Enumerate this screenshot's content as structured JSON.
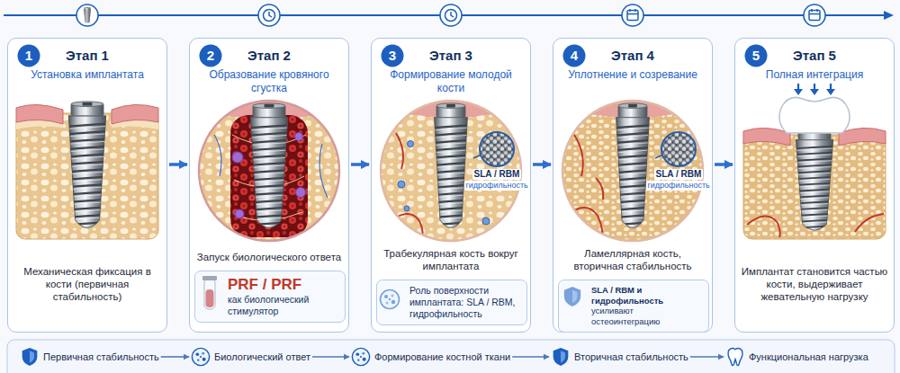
{
  "diagram": {
    "nodes": [
      {
        "text": [
          "Этап 1",
          "Установка имплантата",
          "Механическая фиксация в кости (первичная стабильность)"
        ]
      },
      {
        "text": [
          "1"
        ],
        "in": 0
      },
      {
        "text": [
          "Этап 2",
          "Образование кровяного сгустка",
          "Запуск биологического ответа"
        ]
      },
      {
        "text": [
          "2"
        ],
        "in": 2
      },
      {
        "text": [
          "PRF / PRF",
          "как биологический стимулятор"
        ],
        "in": 2
      },
      {
        "text": [
          "Этап 3",
          "Формирование молодой кости",
          "Трабекулярная кость вокруг имплантата"
        ]
      },
      {
        "text": [
          "3"
        ],
        "in": 5
      },
      {
        "text": [
          "Роль поверхности имплантата: SLA / RBM, гидрофильность"
        ],
        "in": 5
      },
      {
        "text": [
          "Этап 4",
          "Уплотнение и созревание",
          "Ламеллярная кость, вторичная стабильность"
        ]
      },
      {
        "text": [
          "4"
        ],
        "in": 8
      },
      {
        "text": [
          "SLA / RBM и гидрофильность",
          "усиливают остеоинтеграцию"
        ],
        "in": 8
      },
      {
        "text": [
          "Этап 5",
          "Полная интеграция",
          "Имплантат становится частью кости, выдерживает жевательную нагрузку"
        ]
      },
      {
        "text": [
          "5"
        ],
        "in": 11
      },
      {
        "text": [
          "Первичная стабильность"
        ]
      },
      {
        "text": [
          "Биологический ответ"
        ]
      },
      {
        "text": [
          "Формирование костной ткани"
        ]
      },
      {
        "text": [
          "Вторичная стабильность"
        ]
      },
      {
        "text": [
          "Функциональная нагрузка"
        ]
      }
    ],
    "edges": [
      {
        "from": 0,
        "to": 2,
        "arrow": "to"
      },
      {
        "from": 2,
        "to": 5,
        "arrow": "to"
      },
      {
        "from": 5,
        "to": 8,
        "arrow": "to"
      },
      {
        "from": 8,
        "to": 11,
        "arrow": "to"
      },
      {
        "from": 13,
        "to": 14,
        "arrow": "to"
      },
      {
        "from": 14,
        "to": 15,
        "arrow": "to"
      },
      {
        "from": 15,
        "to": 16,
        "arrow": "to"
      },
      {
        "from": 16,
        "to": 17,
        "arrow": "to"
      }
    ],
    "labels": [
      "SLA / RBM",
      "гидрофильность",
      "SLA / RBM",
      "гидрофильность"
    ]
  }
}
